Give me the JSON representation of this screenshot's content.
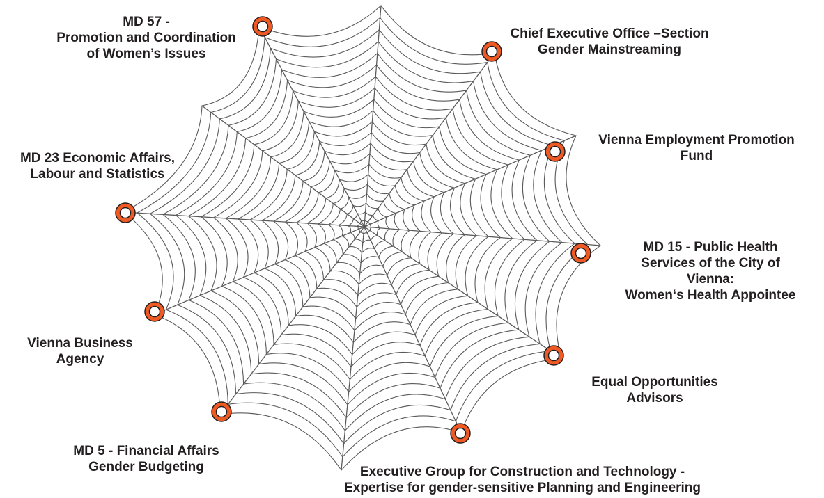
{
  "diagram": {
    "colors": {
      "node_fill": "#ef5a24",
      "node_stroke": "#231f20",
      "web": "#5a5a5a",
      "text": "#231f20"
    },
    "nodes": [
      {
        "id": "md57",
        "icon": "ring-node-icon",
        "lines": [
          "MD 57 -",
          "Promotion and Coordination",
          "of Women’s Issues"
        ]
      },
      {
        "id": "ceo",
        "icon": "ring-node-icon",
        "lines": [
          "Chief Executive Office –Section",
          "Gender Mainstreaming"
        ]
      },
      {
        "id": "waff",
        "icon": "ring-node-icon",
        "lines": [
          "Vienna Employment Promotion",
          "Fund"
        ]
      },
      {
        "id": "md15",
        "icon": "ring-node-icon",
        "lines": [
          "MD 15 - Public Health",
          "Services of the City of",
          "Vienna:",
          "Women‘s Health Appointee"
        ]
      },
      {
        "id": "equal",
        "icon": "ring-node-icon",
        "lines": [
          "Equal Opportunities",
          "Advisors"
        ]
      },
      {
        "id": "exec",
        "icon": "ring-node-icon",
        "lines": [
          "Executive Group for Construction and Technology -",
          "Expertise for gender-sensitive Planning and Engineering"
        ]
      },
      {
        "id": "md5",
        "icon": "ring-node-icon",
        "lines": [
          "MD 5 - Financial Affairs",
          "Gender Budgeting"
        ]
      },
      {
        "id": "business",
        "icon": "ring-node-icon",
        "lines": [
          "Vienna Business",
          "Agency"
        ]
      },
      {
        "id": "md23",
        "icon": "ring-node-icon",
        "lines": [
          "MD 23 Economic Affairs,",
          "Labour and Statistics"
        ]
      }
    ]
  }
}
